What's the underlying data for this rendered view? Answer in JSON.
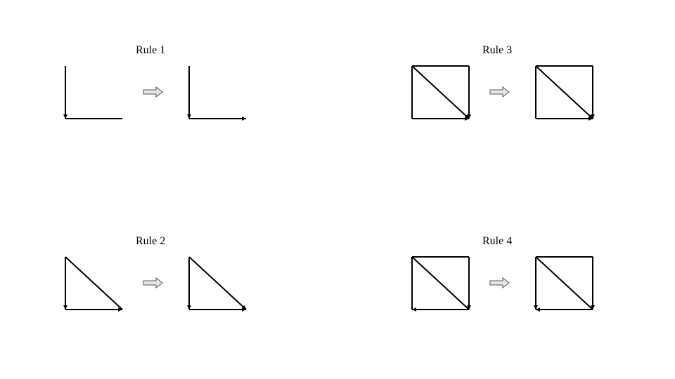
{
  "rules": [
    {
      "id": "rule-1",
      "title": "Rule 1"
    },
    {
      "id": "rule-2",
      "title": "Rule 2"
    },
    {
      "id": "rule-3",
      "title": "Rule 3"
    },
    {
      "id": "rule-4",
      "title": "Rule 4"
    }
  ],
  "colors": {
    "edge": "#000000",
    "transform_arrow_fill": "#e6e6e6",
    "transform_arrow_stroke": "#555555"
  },
  "icons": {
    "transform_arrow": "right-block-arrow-icon"
  }
}
